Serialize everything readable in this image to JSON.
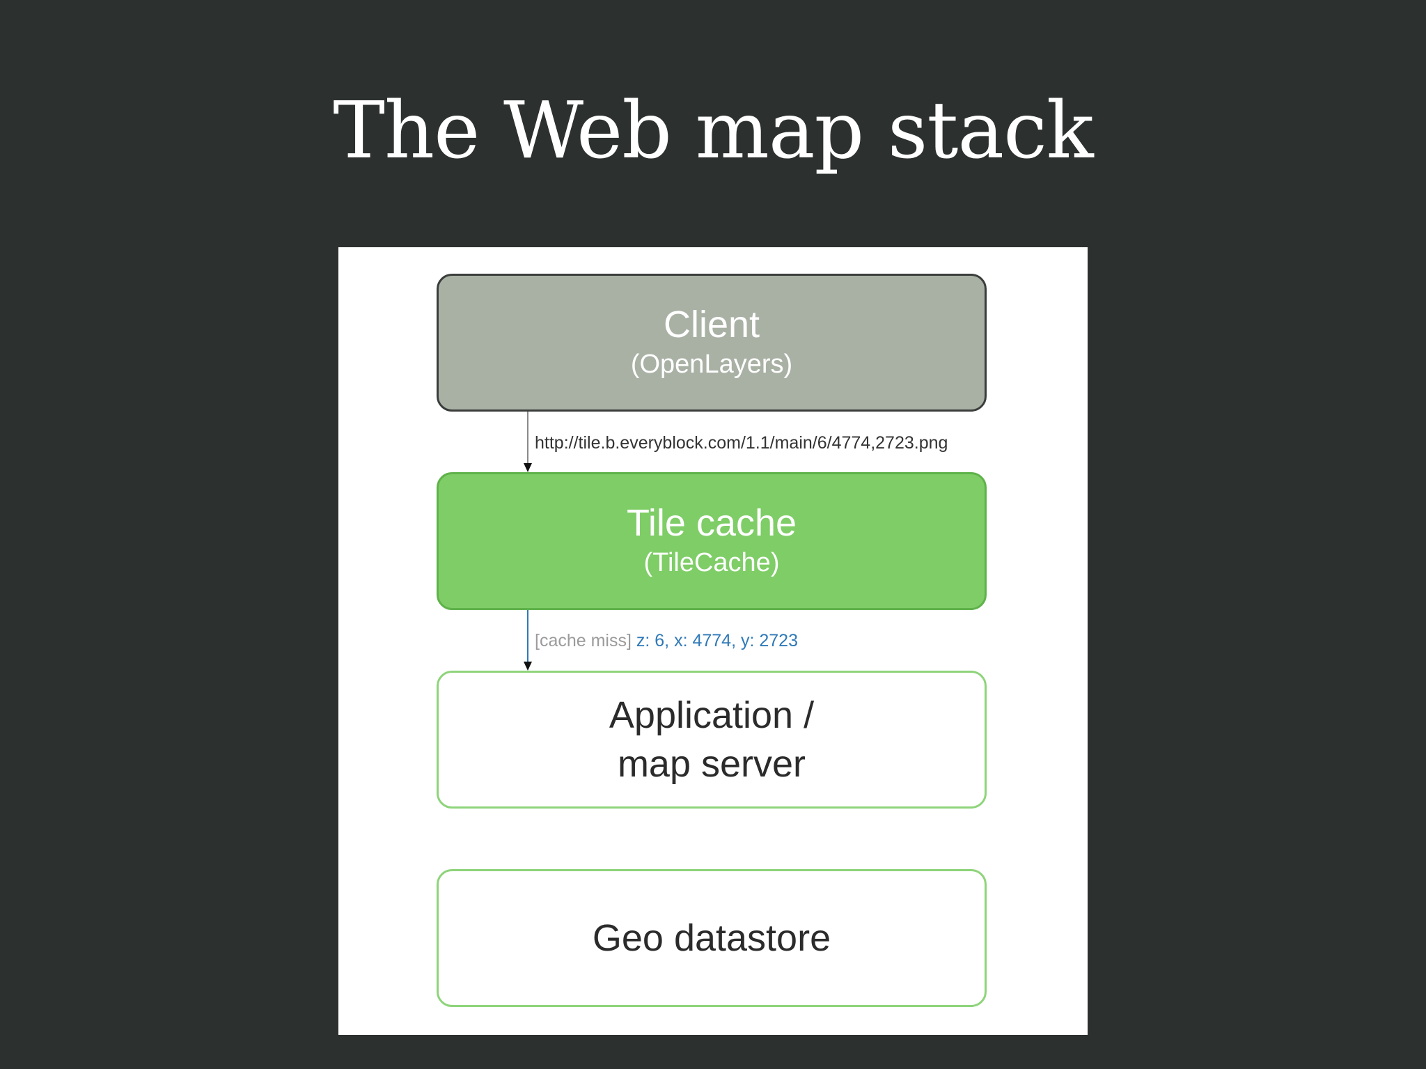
{
  "slide": {
    "title": "The Web map stack"
  },
  "diagram": {
    "nodes": {
      "client": {
        "title": "Client",
        "subtitle": "(OpenLayers)"
      },
      "tile_cache": {
        "title": "Tile cache",
        "subtitle": "(TileCache)"
      },
      "app_server": {
        "title_line1": "Application /",
        "title_line2": "map server"
      },
      "geo_datastore": {
        "title": "Geo datastore"
      }
    },
    "edges": {
      "client_to_tile": {
        "label": "http://tile.b.everyblock.com/1.1/main/6/4774,2723.png"
      },
      "tile_to_app": {
        "prefix": "[cache miss]",
        "coords": "z: 6, x: 4774, y: 2723"
      }
    },
    "colors": {
      "background": "#2c302f",
      "client_fill": "#a9b1a5",
      "tile_fill": "#7ecd66",
      "outline_green": "#8ed47a",
      "miss_blue": "#2f79b8"
    }
  }
}
